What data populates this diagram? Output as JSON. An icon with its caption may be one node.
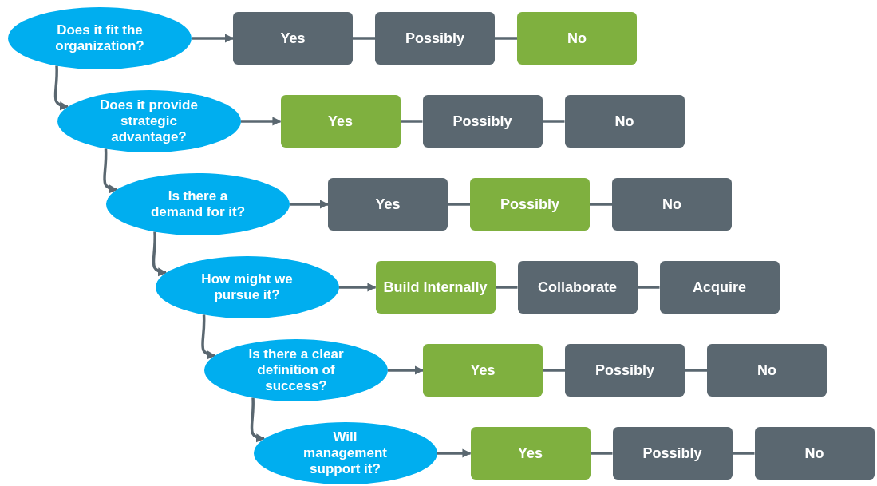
{
  "diagram": {
    "nodes": [
      {
        "text": [
          "Does it fit the organization?"
        ]
      },
      {
        "text": [
          "Yes"
        ]
      },
      {
        "text": [
          "Possibly"
        ]
      },
      {
        "text": [
          "No"
        ]
      },
      {
        "text": [
          "Does it provide strategic advantage?"
        ]
      },
      {
        "text": [
          "Yes"
        ]
      },
      {
        "text": [
          "Possibly"
        ]
      },
      {
        "text": [
          "No"
        ]
      },
      {
        "text": [
          "Is there a demand for it?"
        ]
      },
      {
        "text": [
          "Yes"
        ]
      },
      {
        "text": [
          "Possibly"
        ]
      },
      {
        "text": [
          "No"
        ]
      },
      {
        "text": [
          "How might we pursue it?"
        ]
      },
      {
        "text": [
          "Build Internally"
        ]
      },
      {
        "text": [
          "Collaborate"
        ]
      },
      {
        "text": [
          "Acquire"
        ]
      },
      {
        "text": [
          "Is there a clear definition of success?"
        ]
      },
      {
        "text": [
          "Yes"
        ]
      },
      {
        "text": [
          "Possibly"
        ]
      },
      {
        "text": [
          "No"
        ]
      },
      {
        "text": [
          "Will management support it?"
        ]
      },
      {
        "text": [
          "Yes"
        ]
      },
      {
        "text": [
          "Possibly"
        ]
      },
      {
        "text": [
          "No"
        ]
      }
    ],
    "edges": [
      {
        "from": 0,
        "to": 1,
        "arrow": "to"
      },
      {
        "from": 1,
        "to": 2,
        "arrow": "none"
      },
      {
        "from": 2,
        "to": 3,
        "arrow": "none"
      },
      {
        "from": 0,
        "to": 4,
        "arrow": "to"
      },
      {
        "from": 4,
        "to": 5,
        "arrow": "to"
      },
      {
        "from": 5,
        "to": 6,
        "arrow": "none"
      },
      {
        "from": 6,
        "to": 7,
        "arrow": "none"
      },
      {
        "from": 4,
        "to": 8,
        "arrow": "to"
      },
      {
        "from": 8,
        "to": 9,
        "arrow": "to"
      },
      {
        "from": 9,
        "to": 10,
        "arrow": "none"
      },
      {
        "from": 10,
        "to": 11,
        "arrow": "none"
      },
      {
        "from": 8,
        "to": 12,
        "arrow": "to"
      },
      {
        "from": 12,
        "to": 13,
        "arrow": "to"
      },
      {
        "from": 13,
        "to": 14,
        "arrow": "none"
      },
      {
        "from": 14,
        "to": 15,
        "arrow": "none"
      },
      {
        "from": 12,
        "to": 16,
        "arrow": "to"
      },
      {
        "from": 16,
        "to": 17,
        "arrow": "to"
      },
      {
        "from": 17,
        "to": 18,
        "arrow": "none"
      },
      {
        "from": 18,
        "to": 19,
        "arrow": "none"
      },
      {
        "from": 16,
        "to": 20,
        "arrow": "to"
      },
      {
        "from": 20,
        "to": 21,
        "arrow": "to"
      },
      {
        "from": 21,
        "to": 22,
        "arrow": "none"
      },
      {
        "from": 22,
        "to": 23,
        "arrow": "none"
      }
    ]
  }
}
